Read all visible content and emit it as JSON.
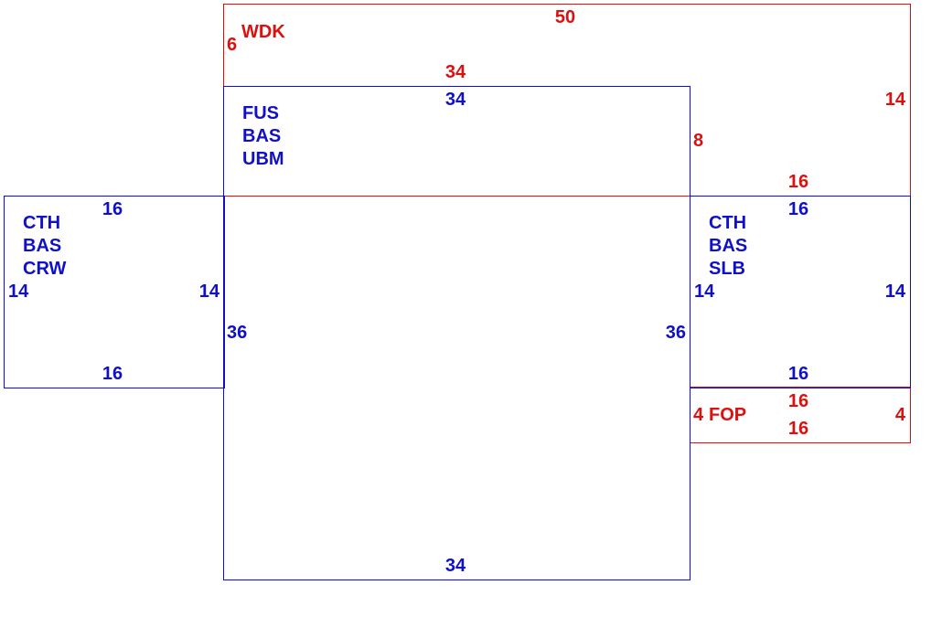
{
  "colors": {
    "blue": "#1010c8",
    "red": "#dd1010"
  },
  "wdk": {
    "label": "WDK",
    "top": "50",
    "left": "6",
    "right": "14",
    "bottom_left": "34",
    "bottom_right_gap": "8",
    "bottom_right": "16"
  },
  "fus": {
    "lines": [
      "FUS",
      "BAS",
      "UBM"
    ],
    "top": "34",
    "bottom": "34",
    "left": "36",
    "right": "36"
  },
  "cth_left": {
    "lines": [
      "CTH",
      "BAS",
      "CRW"
    ],
    "top": "16",
    "bottom": "16",
    "left": "14",
    "right": "14"
  },
  "cth_right": {
    "lines": [
      "CTH",
      "BAS",
      "SLB"
    ],
    "top": "16",
    "bottom": "16",
    "left": "14",
    "right": "14"
  },
  "fop": {
    "label": "FOP",
    "top": "16",
    "bottom": "16",
    "left": "4",
    "right": "4"
  }
}
